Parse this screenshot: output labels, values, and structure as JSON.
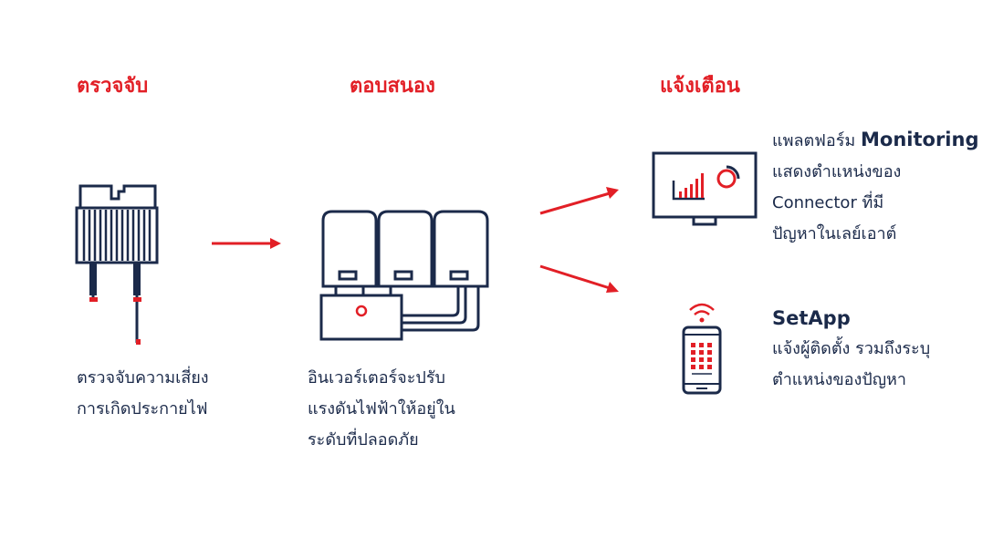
{
  "colors": {
    "accent": "#e21f26",
    "navy": "#1b2a4a",
    "background": "#ffffff"
  },
  "steps": [
    {
      "heading": "ตรวจจับ",
      "icon": "connector-icon",
      "description": [
        "ตรวจจับความเสี่ยง",
        "การเกิดประกายไฟ"
      ]
    },
    {
      "heading": "ตอบสนอง",
      "icon": "inverter-icon",
      "description": [
        "อินเวอร์เตอร์จะปรับ",
        "แรงดันไฟฟ้าให้อยู่ใน",
        "ระดับที่ปลอดภัย"
      ]
    },
    {
      "heading": "แจ้งเตือน",
      "alerts": [
        {
          "icon": "monitor-icon",
          "title_prefix": "แพลตฟอร์ม ",
          "title_bold": "Monitoring",
          "description": [
            "แสดงตำแหน่งของ",
            "Connector ที่มี",
            "ปัญหาในเลย์เอาต์"
          ]
        },
        {
          "icon": "smartphone-icon",
          "title_bold": "SetApp",
          "description": [
            "แจ้งผู้ติดตั้ง รวมถึงระบุ",
            "ตำแหน่งของปัญหา"
          ]
        }
      ]
    }
  ]
}
